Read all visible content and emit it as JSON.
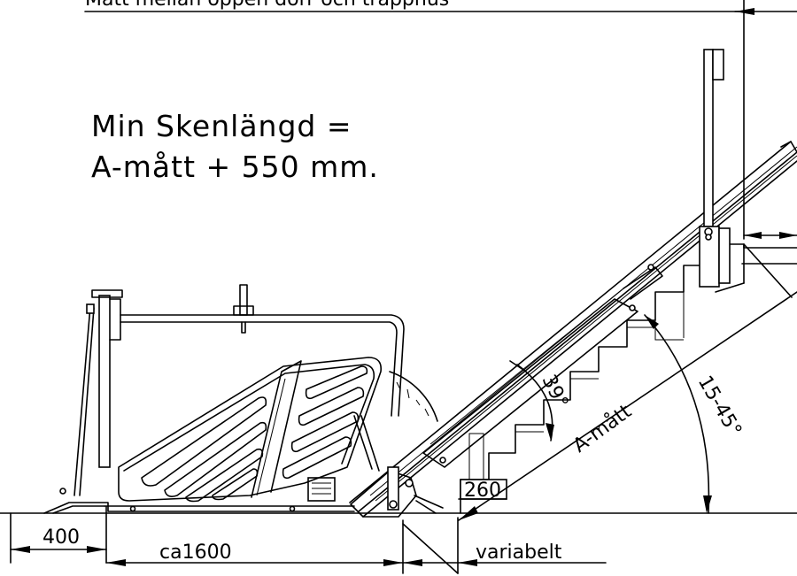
{
  "header_note": "Mått mellan öppen dörr och trapphus",
  "formula": {
    "line1": "Min Skenlängd =",
    "line2": "A-mått + 550 mm."
  },
  "dimensions": {
    "d400": "400",
    "ca1600": "ca1600",
    "variabelt": "variabelt",
    "d260": "260",
    "a_matt": "A-mått",
    "angle_39": "39°",
    "angle_range": "15-45°"
  }
}
